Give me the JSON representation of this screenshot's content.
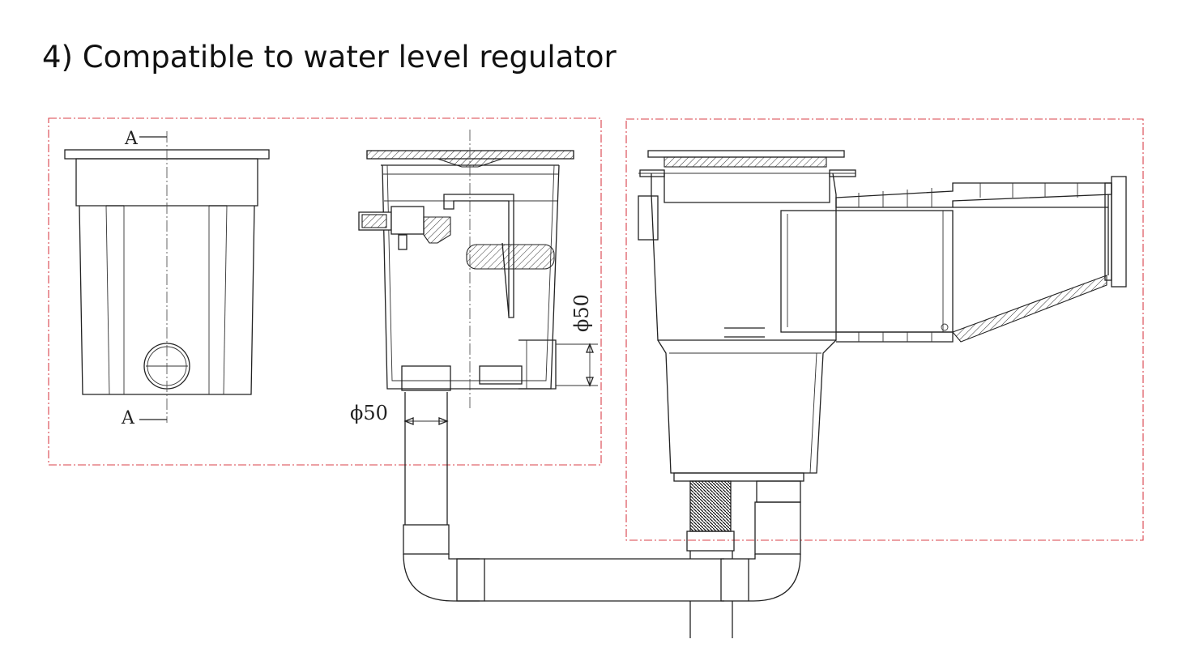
{
  "page": {
    "title": "4) Compatible to water level regulator"
  },
  "diagram": {
    "section_label_top": "A",
    "section_label_bottom": "A",
    "dim_bottom_outlet": "ϕ50",
    "dim_side_outlet": "ϕ50",
    "line_color": "#222222",
    "frame_color": "#d9414a"
  }
}
